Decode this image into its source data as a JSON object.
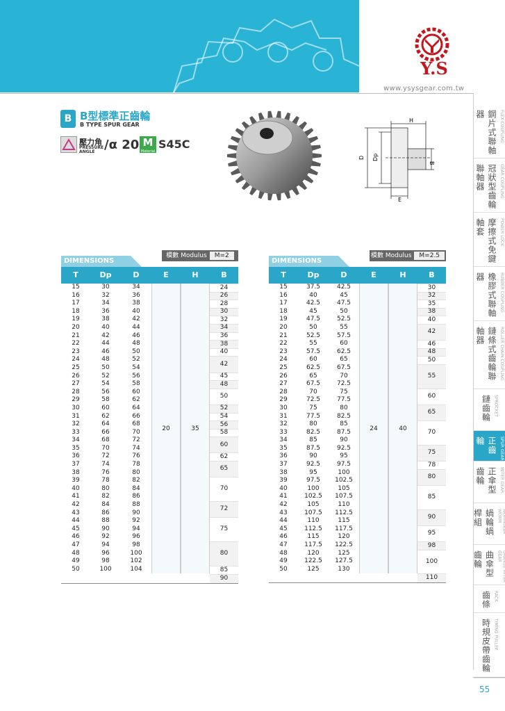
{
  "brand": {
    "name": "Y.S",
    "website": "www.ysysgear.com.tw"
  },
  "title": {
    "icon": "B",
    "zh": "B型標準正齒輪",
    "en": "B TYPE SPUR GEAR"
  },
  "pressure_angle": {
    "zh": "壓力角",
    "en1": "PRESSURE",
    "en2": "ANGLE",
    "value": "/α 20°"
  },
  "material": {
    "icon": "M",
    "label": "Material",
    "value": "S45C"
  },
  "diagram": {
    "h": "H",
    "d": "D",
    "dp": "Dp",
    "b": "B",
    "e": "E"
  },
  "sidebar": [
    {
      "zh": "鋼片式聯軸器",
      "en": "FLEX COUPLING"
    },
    {
      "zh": "冠狀型齒輪聯軸器",
      "en": "GEAR COUPLING"
    },
    {
      "zh": "摩擦式免鍵軸套",
      "en": "POWER LOCK"
    },
    {
      "zh": "橡膠式聯軸器",
      "en": "RUBBER COUPLING"
    },
    {
      "zh": "鏈條式齒輪聯軸器",
      "en": "ROLLER CHAIN COUPLING"
    },
    {
      "zh": "鏈齒輪",
      "en": "SPROCKET"
    },
    {
      "zh": "正齒輪",
      "en": "SPUR GEAR"
    },
    {
      "zh": "正傘型齒輪",
      "en": "MITER GEAR"
    },
    {
      "zh": "蝸輪蝸桿組",
      "en": "WORMGEAR WORM"
    },
    {
      "zh": "曲傘型齒輪",
      "en": "ORANGE MITER GEAR"
    },
    {
      "zh": "齒條",
      "en": "RACK"
    },
    {
      "zh": "時規皮帶齒輪",
      "en": "TIMING PULLEY"
    }
  ],
  "page_number": "55",
  "table_left": {
    "dim_label": "DIMENSIONS",
    "mod_label": "模數 Modulus",
    "mod_value": "M=2",
    "headers": [
      "T",
      "Dp",
      "D",
      "E",
      "H",
      "B"
    ],
    "rows": [
      [
        "15",
        "30",
        "34"
      ],
      [
        "16",
        "32",
        "36"
      ],
      [
        "17",
        "34",
        "38"
      ],
      [
        "18",
        "36",
        "40"
      ],
      [
        "19",
        "38",
        "42"
      ],
      [
        "20",
        "40",
        "44"
      ],
      [
        "21",
        "42",
        "46"
      ],
      [
        "22",
        "44",
        "48"
      ],
      [
        "23",
        "46",
        "50"
      ],
      [
        "24",
        "48",
        "52"
      ],
      [
        "25",
        "50",
        "54"
      ],
      [
        "26",
        "52",
        "56"
      ],
      [
        "27",
        "54",
        "58"
      ],
      [
        "28",
        "56",
        "60"
      ],
      [
        "29",
        "58",
        "62"
      ],
      [
        "30",
        "60",
        "64"
      ],
      [
        "31",
        "62",
        "66"
      ],
      [
        "32",
        "64",
        "68"
      ],
      [
        "33",
        "66",
        "70"
      ],
      [
        "34",
        "68",
        "72"
      ],
      [
        "35",
        "70",
        "74"
      ],
      [
        "36",
        "72",
        "76"
      ],
      [
        "37",
        "74",
        "78"
      ],
      [
        "38",
        "76",
        "80"
      ],
      [
        "39",
        "78",
        "82"
      ],
      [
        "40",
        "80",
        "84"
      ],
      [
        "41",
        "82",
        "86"
      ],
      [
        "42",
        "84",
        "88"
      ],
      [
        "43",
        "86",
        "90"
      ],
      [
        "44",
        "88",
        "92"
      ],
      [
        "45",
        "90",
        "94"
      ],
      [
        "46",
        "92",
        "96"
      ],
      [
        "47",
        "94",
        "98"
      ],
      [
        "48",
        "96",
        "100"
      ],
      [
        "49",
        "98",
        "102"
      ],
      [
        "50",
        "100",
        "104"
      ]
    ],
    "E": "20",
    "H": "35",
    "B": [
      [
        "24",
        1
      ],
      [
        "26",
        1
      ],
      [
        "28",
        1
      ],
      [
        "30",
        1
      ],
      [
        "32",
        1
      ],
      [
        "34",
        1
      ],
      [
        "36",
        1
      ],
      [
        "38",
        1
      ],
      [
        "40",
        1
      ],
      [
        "42",
        2
      ],
      [
        "45",
        1
      ],
      [
        "48",
        1
      ],
      [
        "50",
        2
      ],
      [
        "52",
        1
      ],
      [
        "54",
        1
      ],
      [
        "56",
        1
      ],
      [
        "58",
        1
      ],
      [
        "60",
        2
      ],
      [
        "62",
        1
      ],
      [
        "65",
        2
      ],
      [
        "70",
        3
      ],
      [
        "72",
        2
      ],
      [
        "75",
        3
      ],
      [
        "80",
        3
      ],
      [
        "85",
        2
      ],
      [
        "90",
        2
      ]
    ]
  },
  "table_right": {
    "dim_label": "DIMENSIONS",
    "mod_label": "模數 Modulus",
    "mod_value": "M=2.5",
    "headers": [
      "T",
      "Dp",
      "D",
      "E",
      "H",
      "B"
    ],
    "rows": [
      [
        "15",
        "37.5",
        "42.5"
      ],
      [
        "16",
        "40",
        "45"
      ],
      [
        "17",
        "42.5",
        "47.5"
      ],
      [
        "18",
        "45",
        "50"
      ],
      [
        "19",
        "47.5",
        "52.5"
      ],
      [
        "20",
        "50",
        "55"
      ],
      [
        "21",
        "52.5",
        "57.5"
      ],
      [
        "22",
        "55",
        "60"
      ],
      [
        "23",
        "57.5",
        "62.5"
      ],
      [
        "24",
        "60",
        "65"
      ],
      [
        "25",
        "62.5",
        "67.5"
      ],
      [
        "26",
        "65",
        "70"
      ],
      [
        "27",
        "67.5",
        "72.5"
      ],
      [
        "28",
        "70",
        "75"
      ],
      [
        "29",
        "72.5",
        "77.5"
      ],
      [
        "30",
        "75",
        "80"
      ],
      [
        "31",
        "77.5",
        "82.5"
      ],
      [
        "32",
        "80",
        "85"
      ],
      [
        "33",
        "82.5",
        "87.5"
      ],
      [
        "34",
        "85",
        "90"
      ],
      [
        "35",
        "87.5",
        "92.5"
      ],
      [
        "36",
        "90",
        "95"
      ],
      [
        "37",
        "92.5",
        "97.5"
      ],
      [
        "38",
        "95",
        "100"
      ],
      [
        "39",
        "97.5",
        "102.5"
      ],
      [
        "40",
        "100",
        "105"
      ],
      [
        "41",
        "102.5",
        "107.5"
      ],
      [
        "42",
        "105",
        "110"
      ],
      [
        "43",
        "107.5",
        "112.5"
      ],
      [
        "44",
        "110",
        "115"
      ],
      [
        "45",
        "112.5",
        "117.5"
      ],
      [
        "46",
        "115",
        "120"
      ],
      [
        "47",
        "117.5",
        "122.5"
      ],
      [
        "48",
        "120",
        "125"
      ],
      [
        "49",
        "122.5",
        "127.5"
      ],
      [
        "50",
        "125",
        "130"
      ]
    ],
    "E": "24",
    "H": "40",
    "B": [
      [
        "30",
        1
      ],
      [
        "32",
        1
      ],
      [
        "35",
        1
      ],
      [
        "38",
        1
      ],
      [
        "40",
        1
      ],
      [
        "42",
        2
      ],
      [
        "46",
        1
      ],
      [
        "48",
        1
      ],
      [
        "50",
        1
      ],
      [
        "55",
        3
      ],
      [
        "60",
        2
      ],
      [
        "65",
        2
      ],
      [
        "70",
        3
      ],
      [
        "75",
        2
      ],
      [
        "78",
        1
      ],
      [
        "80",
        2
      ],
      [
        "85",
        3
      ],
      [
        "90",
        2
      ],
      [
        "95",
        2
      ],
      [
        "98",
        1
      ],
      [
        "100",
        6
      ],
      [
        "110",
        2
      ]
    ]
  }
}
